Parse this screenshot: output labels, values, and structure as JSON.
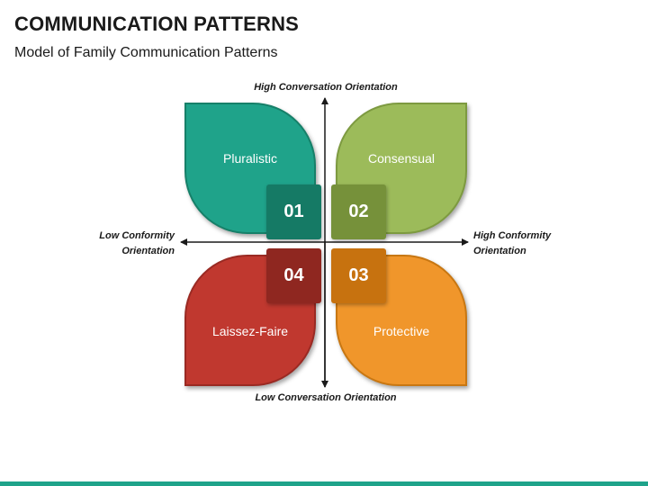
{
  "header": {
    "title": "COMMUNICATION PATTERNS",
    "subtitle": "Model of Family Communication Patterns"
  },
  "axes": {
    "top": "High Conversation Orientation",
    "bottom": "Low Conversation Orientation",
    "left_line1": "Low Conformity",
    "left_line2": "Orientation",
    "right_line1": "High Conformity",
    "right_line2": "Orientation"
  },
  "quadrants": [
    {
      "number": "01",
      "label": "Pluralistic",
      "color": "#1fa38a"
    },
    {
      "number": "02",
      "label": "Consensual",
      "color": "#9cbb5a"
    },
    {
      "number": "03",
      "label": "Protective",
      "color": "#f0962b"
    },
    {
      "number": "04",
      "label": "Laissez-Faire",
      "color": "#c0382f"
    }
  ],
  "colors": {
    "bottom_bar": "#1fa38a"
  }
}
